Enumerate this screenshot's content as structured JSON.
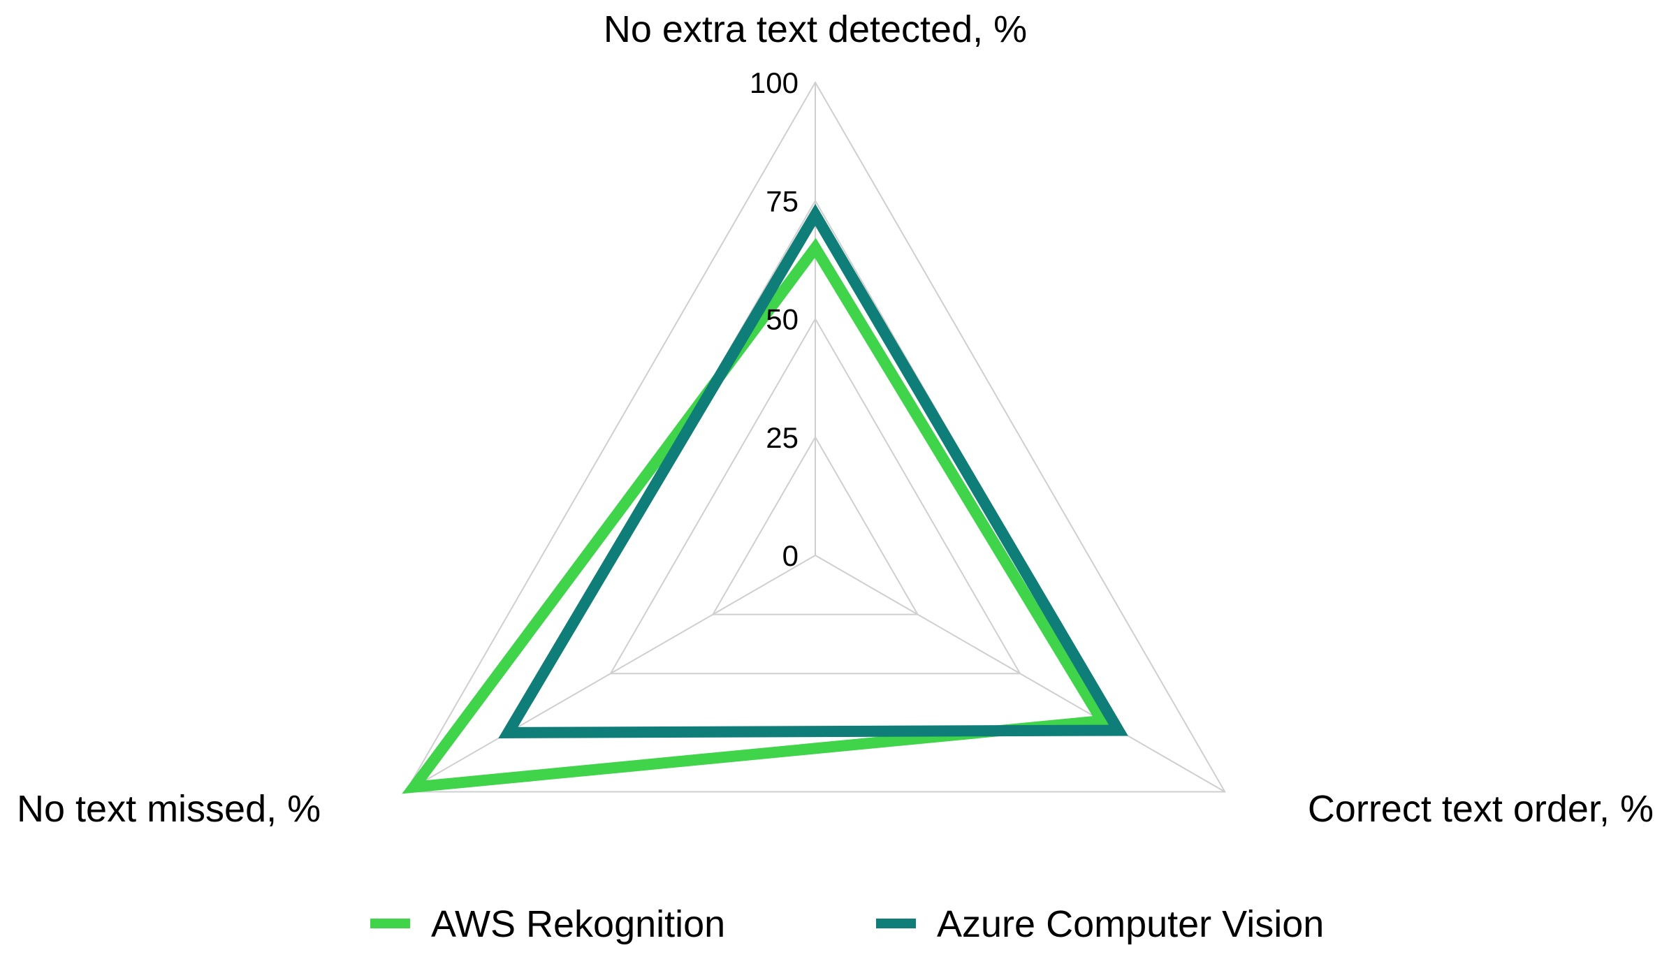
{
  "chart_data": {
    "type": "radar",
    "axes": [
      "No extra text detected, %",
      "Correct text order, %",
      "No text missed, %"
    ],
    "rlim": [
      0,
      100
    ],
    "ticks": [
      0,
      25,
      50,
      75,
      100
    ],
    "grid": true,
    "legend_position": "bottom",
    "series": [
      {
        "name": "AWS Rekognition",
        "color": "#3fd44a",
        "values": [
          65,
          70,
          98
        ]
      },
      {
        "name": "Azure Computer Vision",
        "color": "#0f7d78",
        "values": [
          72,
          74,
          75
        ]
      }
    ]
  }
}
